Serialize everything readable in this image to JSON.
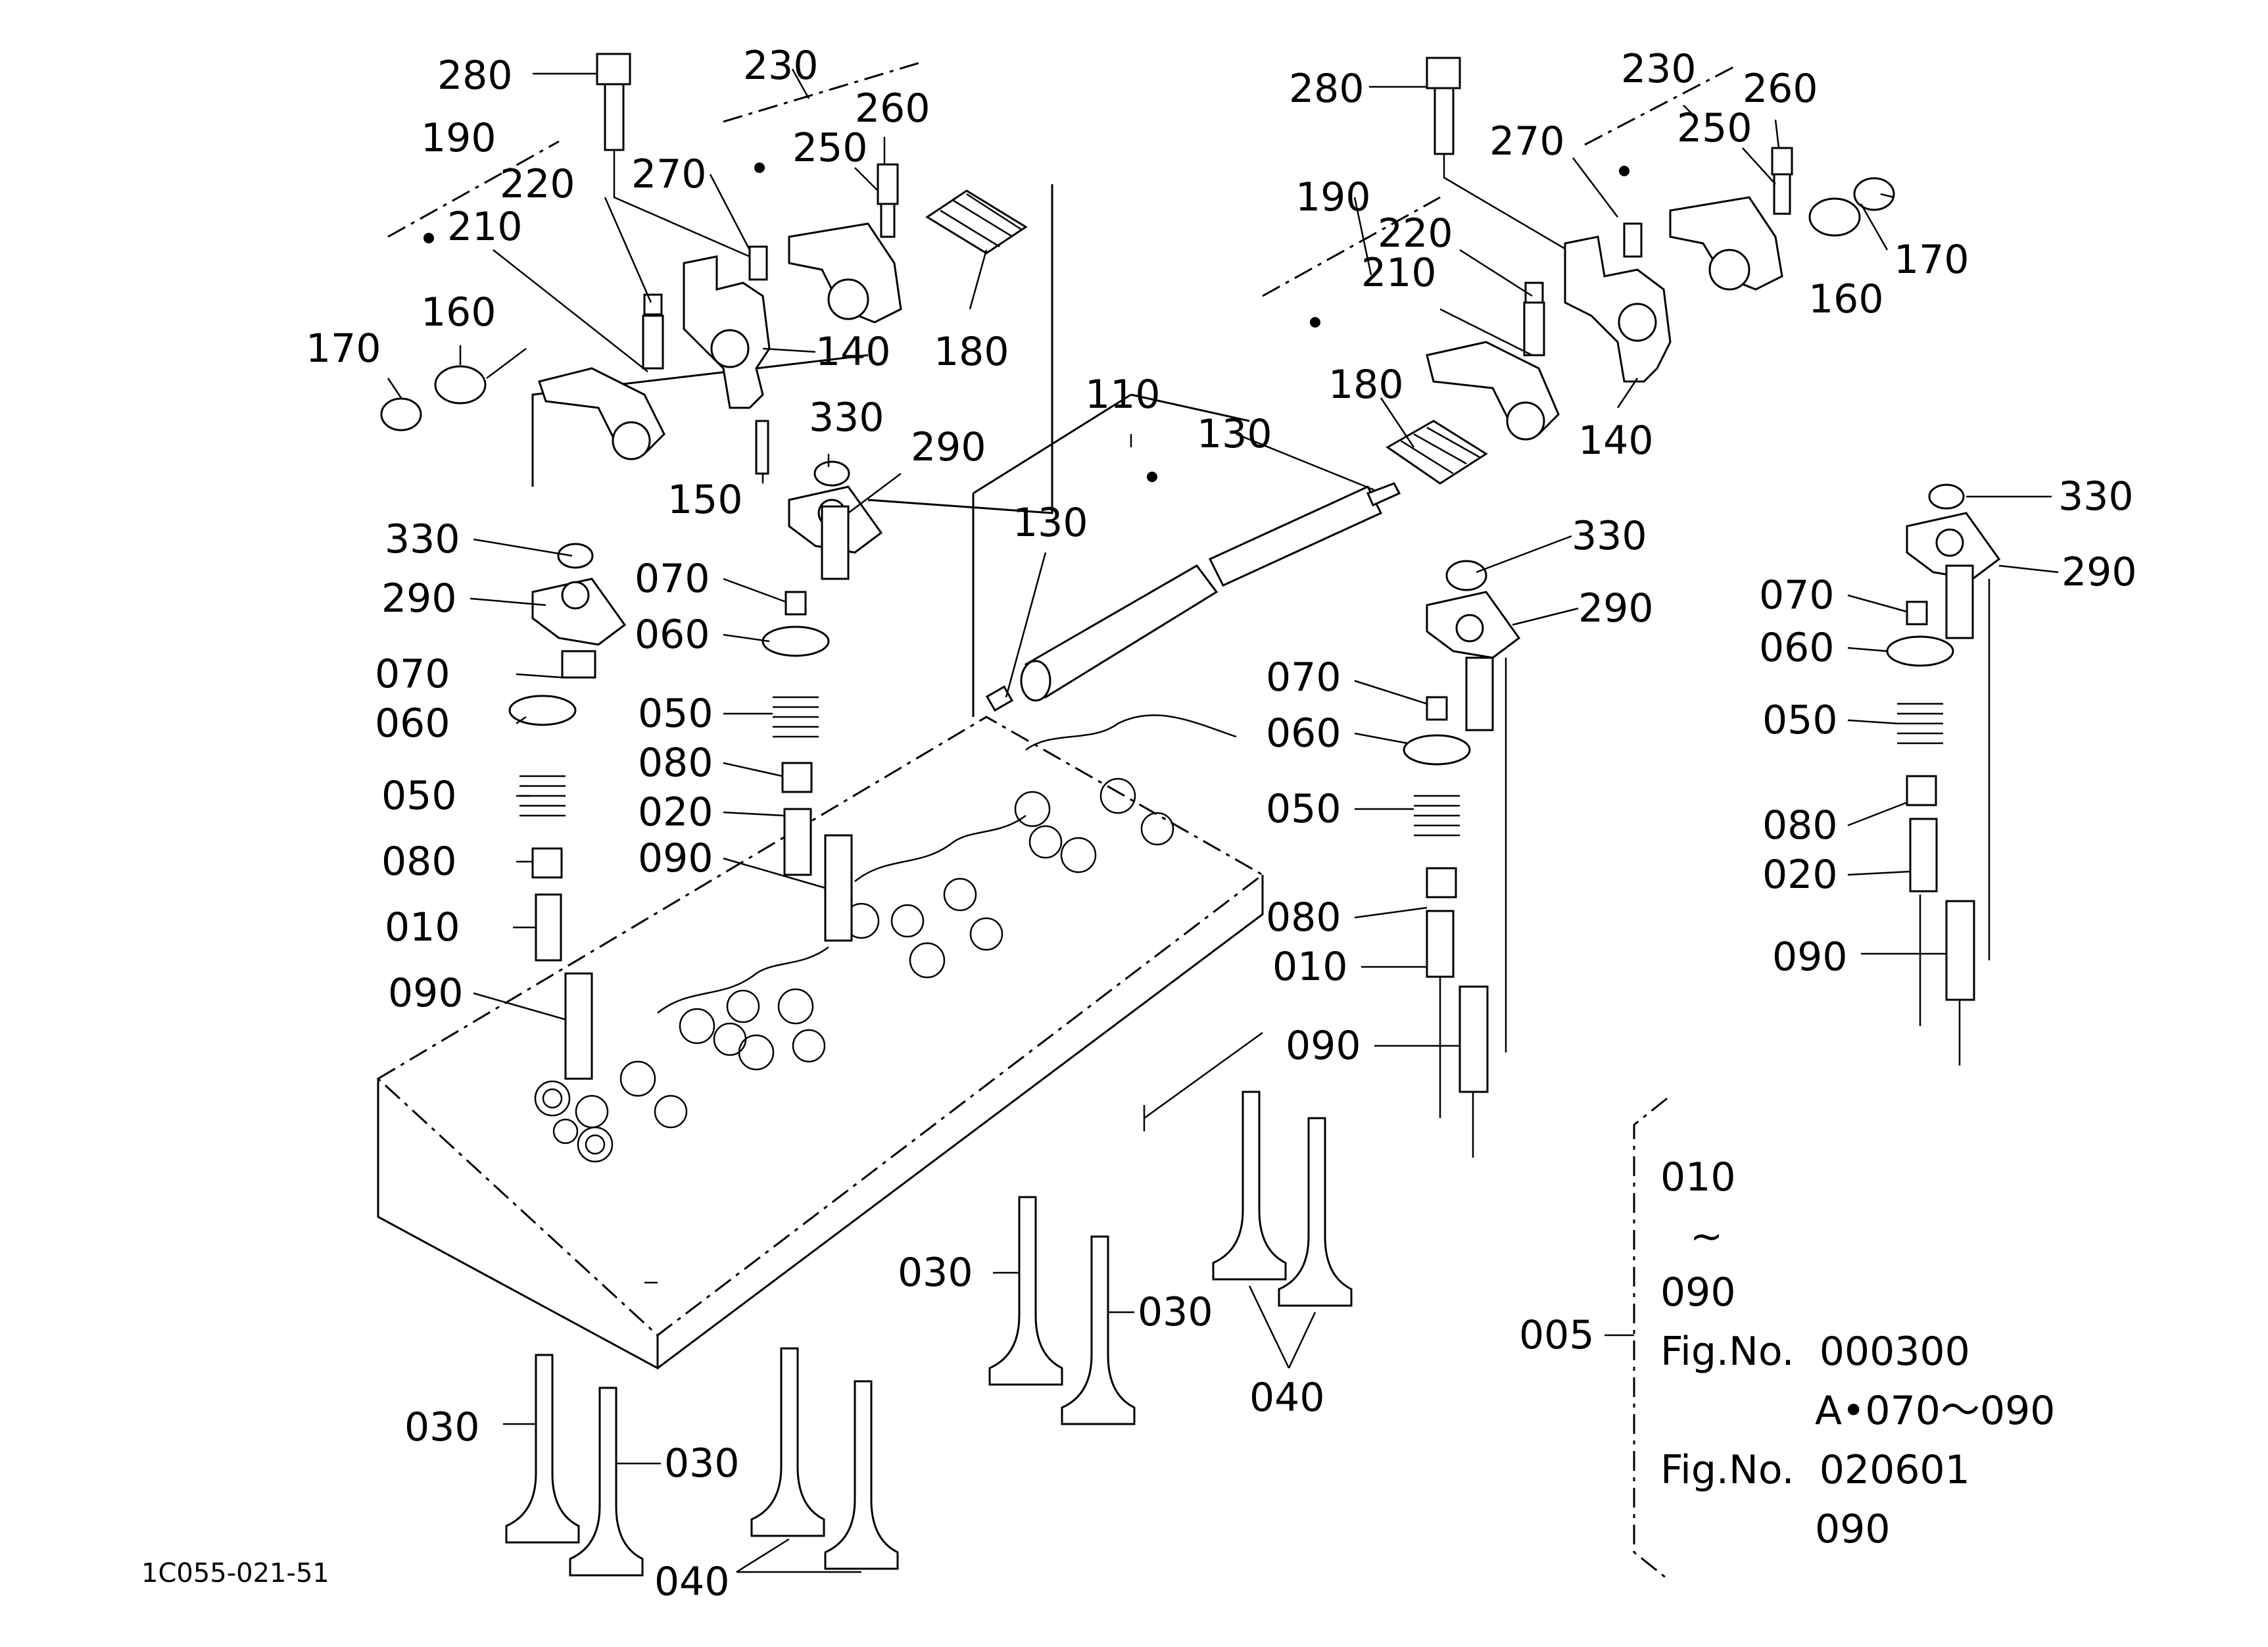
{
  "labels": {
    "l280a": "280",
    "l230a": "230",
    "l260a": "260",
    "l190a": "190",
    "l250a": "250",
    "l220a": "220",
    "l270a": "270",
    "l210a": "210",
    "l160a": "160",
    "l170a": "170",
    "l140a": "140",
    "l180a": "180",
    "l150a": "150",
    "l330a": "330",
    "l290a": "290",
    "l110": "110",
    "l130a": "130",
    "l130b": "130",
    "l280b": "280",
    "l230b": "230",
    "l260b": "260",
    "l250b": "250",
    "l270b": "270",
    "l190b": "190",
    "l220b": "220",
    "l210b": "210",
    "l170b": "170",
    "l160b": "160",
    "l180b": "180",
    "l140b": "140",
    "l330b": "330",
    "l290b": "290",
    "l070b": "070",
    "l060b": "060",
    "l050b": "050",
    "l080b": "080",
    "l020b": "020",
    "l090b": "090",
    "l330c": "330",
    "l290c": "290",
    "l070c": "070",
    "l060c": "060",
    "l050c": "050",
    "l080c": "080",
    "l010c": "010",
    "l090c": "090",
    "l330d": "330",
    "l290d": "290",
    "l070d": "070",
    "l060d": "060",
    "l050d": "050",
    "l080d": "080",
    "l020d": "020",
    "l090d": "090",
    "l030a": "030",
    "l030b": "030",
    "l030c": "030",
    "l030d": "030",
    "l040a": "040",
    "l040b": "040",
    "l005": "005"
  },
  "legend": {
    "range_start": "010",
    "range_sep": "~",
    "range_end": "090",
    "fig1": "Fig.No.  000300",
    "fig1_sub": "A•070～090",
    "fig2": "Fig.No.  020601",
    "fig2_sub": "090"
  },
  "drawing_id": "1C055-021-51"
}
